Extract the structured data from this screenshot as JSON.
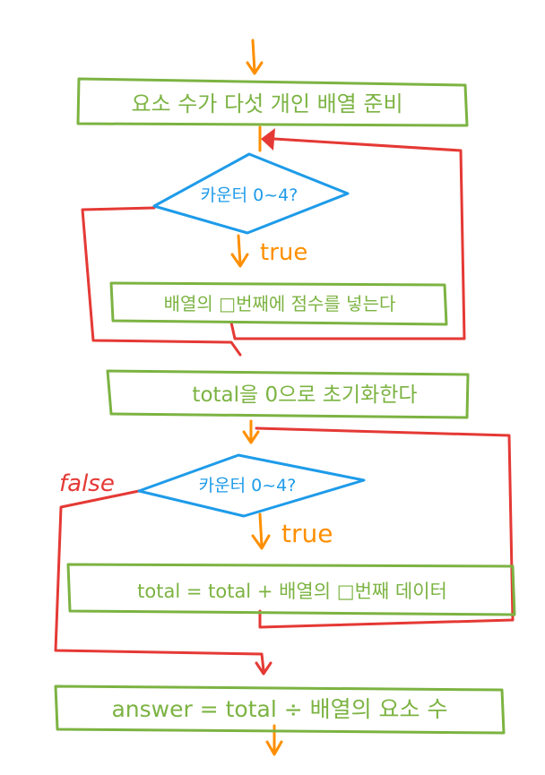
{
  "colors": {
    "box": "#7cb342",
    "decision": "#1e9be9",
    "arrow": "#ff8f00",
    "loop": "#e53935"
  },
  "steps": {
    "prepare": "요소 수가 다섯 개인 배열 준비",
    "loop1_cond": "카운터 0~4?",
    "loop1_true": "true",
    "loop1_body": "배열의 □번째에 점수를 넣는다",
    "init_total": "total을 0으로 초기화한다",
    "loop2_false": "false",
    "loop2_cond": "카운터 0~4?",
    "loop2_true": "true",
    "loop2_body": "total = total + 배열의 □번째 데이터",
    "answer": "answer = total ÷ 배열의 요소 수"
  }
}
